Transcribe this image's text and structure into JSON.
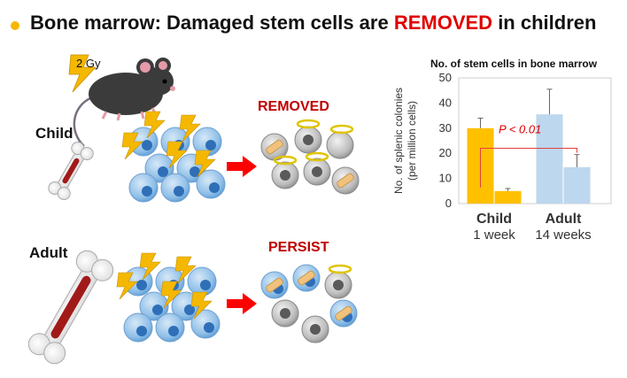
{
  "title": {
    "prefix": "Bone marrow: Damaged stem cells are ",
    "highlight": "REMOVED",
    "suffix": " in children",
    "highlight_color": "#e00000",
    "bullet_color": "#f5b800"
  },
  "dose_label": "2 Gy",
  "rows": {
    "child": {
      "label": "Child",
      "outcome": "REMOVED"
    },
    "adult": {
      "label": "Adult",
      "outcome": "PERSIST"
    }
  },
  "colors": {
    "stem_cell": "#5a9bd5",
    "damaged_cell": "#9a9a9a",
    "lightning": "#f5b800",
    "arrow": "#ff0000",
    "outcome_text": "#c00000",
    "bar_child": "#ffc000",
    "bar_adult": "#bdd7ee"
  },
  "icons": [
    "mouse-icon",
    "lightning-icon",
    "bone-icon",
    "stem-cell-icon",
    "halo-icon",
    "bandage-icon",
    "arrow-right-icon"
  ],
  "chart_data": {
    "type": "bar",
    "title": "No. of stem cells in bone marrow",
    "ylabel_line1": "No. of splenic colonies",
    "ylabel_line2": "(per million cells)",
    "ylim": [
      0,
      50
    ],
    "yticks": [
      0,
      10,
      20,
      30,
      40,
      50
    ],
    "groups": [
      {
        "label": "Child",
        "sublabel": "1 week",
        "color": "#ffc000",
        "values": [
          30,
          5
        ],
        "errors": [
          4,
          1
        ]
      },
      {
        "label": "Adult",
        "sublabel": "14 weeks",
        "color": "#bdd7ee",
        "values": [
          35.5,
          14.5
        ],
        "errors": [
          10,
          5
        ]
      }
    ],
    "annotation": "P < 0.01",
    "grid": false
  }
}
